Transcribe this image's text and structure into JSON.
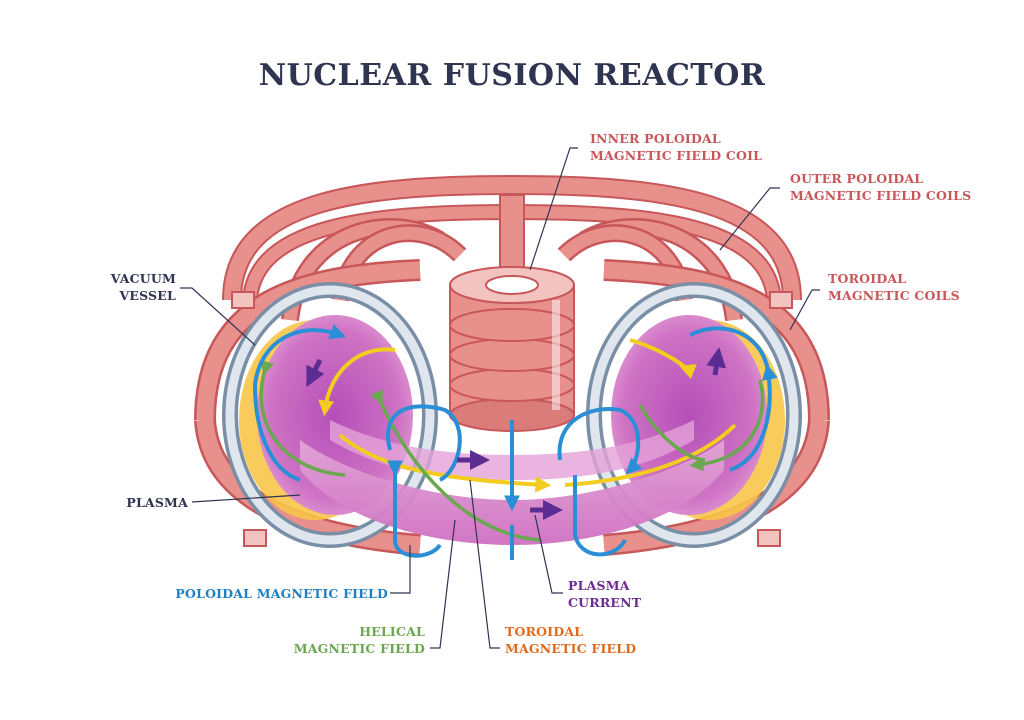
{
  "title": "NUCLEAR FUSION REACTOR",
  "labels": {
    "inner_coil": [
      "INNER POLOIDAL",
      "MAGNETIC FIELD COIL"
    ],
    "outer_coils": [
      "OUTER POLOIDAL",
      "MAGNETIC FIELD COILS"
    ],
    "toroidal_coils": [
      "TOROIDAL",
      "MAGNETIC COILS"
    ],
    "vacuum_vessel": [
      "VACUUM",
      "VESSEL"
    ],
    "plasma": "PLASMA",
    "poloidal_field": "POLOIDAL MAGNETIC FIELD",
    "helical_field": [
      "HELICAL",
      "MAGNETIC FIELD"
    ],
    "toroidal_field": [
      "TOROIDAL",
      "MAGNETIC FIELD"
    ],
    "plasma_current": [
      "PLASMA",
      "CURRENT"
    ]
  },
  "colors": {
    "title": "#2f3451",
    "coil": "#e8908c",
    "coil_dark": "#c8575a",
    "vessel": "#7a8fa6",
    "plasma": "#c86fc0",
    "glow": "#f7c548",
    "poloidal": "#2a8fd6",
    "helical": "#6aa84f",
    "toroidal": "#f2cc1f",
    "current": "#6a2c91"
  }
}
